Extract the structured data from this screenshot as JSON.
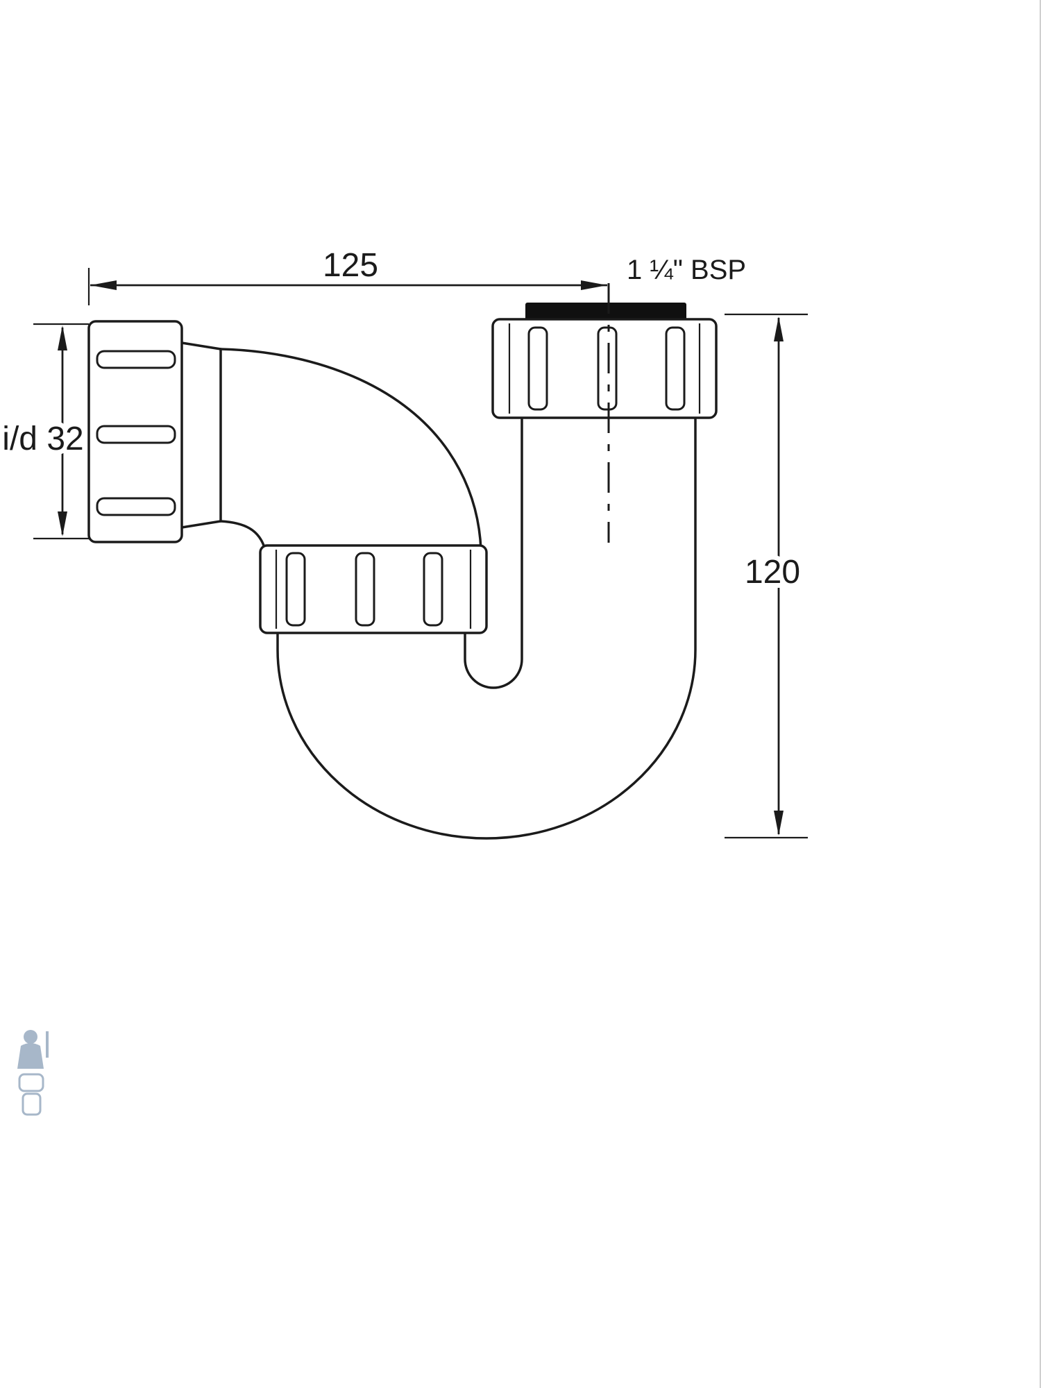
{
  "labels": {
    "width": "125",
    "thread": "1 ¼\" BSP",
    "inlet": "i/d 32",
    "height": "120"
  },
  "colors": {
    "line": "#1b1b1b",
    "seal": "#101010",
    "watermark": "#8aa0b8",
    "background": "#ffffff"
  }
}
